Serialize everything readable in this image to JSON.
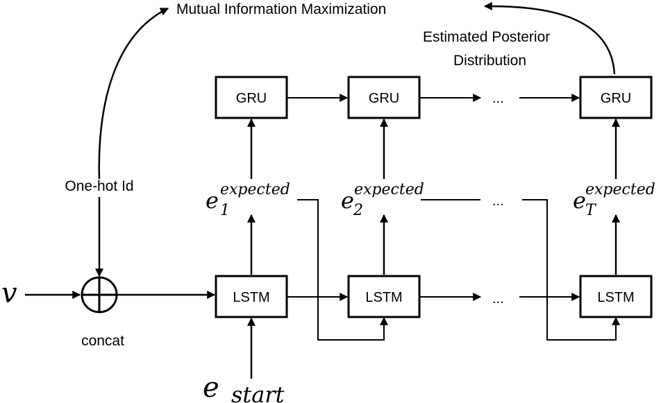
{
  "title": "Mutual Information Maximization",
  "posterior_label_line1": "Estimated Posterior",
  "posterior_label_line2": "Distribution",
  "onehot_label": "One-hot Id",
  "concat_label": "concat",
  "input_symbol": "v",
  "gru_label": "GRU",
  "lstm_label": "LSTM",
  "ellipsis": "...",
  "e1": {
    "base": "e",
    "sub": "1",
    "sup": "expected"
  },
  "e2": {
    "base": "e",
    "sub": "2",
    "sup": "expected"
  },
  "eT": {
    "base": "e",
    "sub": "T",
    "sup": "expected"
  },
  "start_token": {
    "base": "e",
    "sub": "_start_"
  }
}
